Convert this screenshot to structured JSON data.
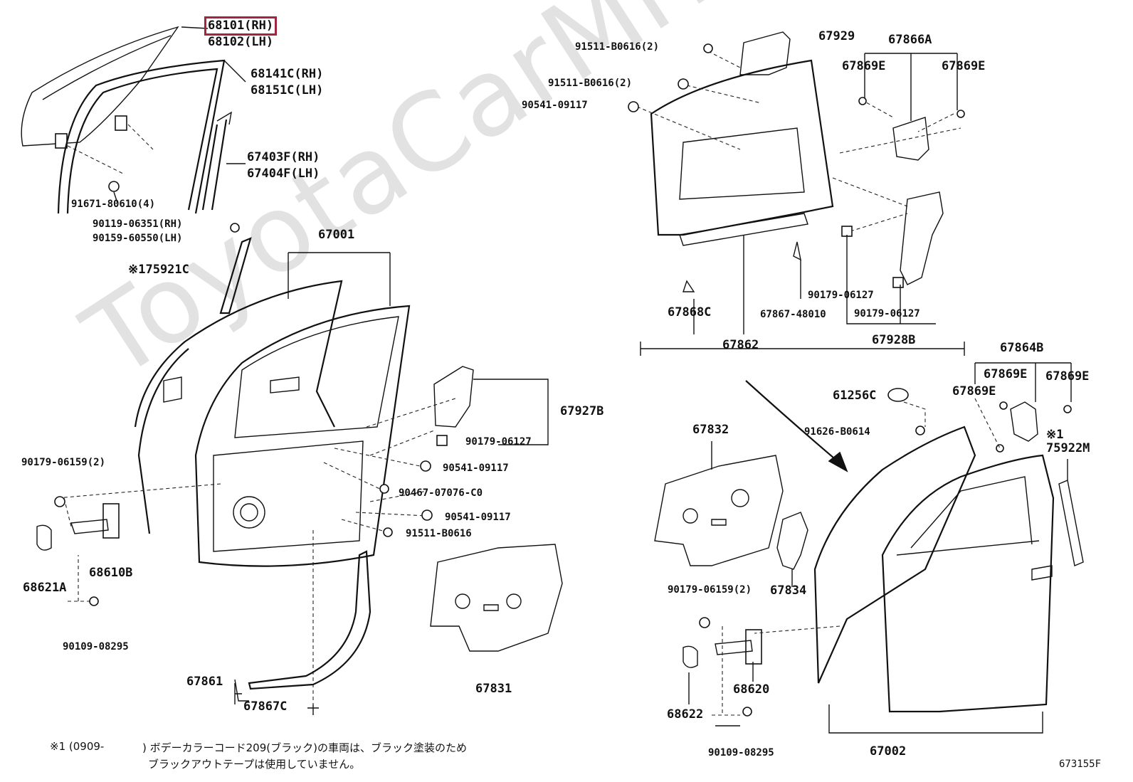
{
  "watermark": "ToyotaCarMrbe.ru",
  "diagram_code": "673155F",
  "selected_part": "68101 (RH)",
  "labels": {
    "p68101": "68101(RH)",
    "p68102": "68102(LH)",
    "p68141c": "68141C(RH)",
    "p68151c": "68151C(LH)",
    "p67403f": "67403F(RH)",
    "p67404f": "67404F(LH)",
    "p91671": "91671-80610(4)",
    "p90119": "90119-06351(RH)",
    "p90159": "90159-60550(LH)",
    "p75921c": "※175921C",
    "p67001": "67001",
    "p90179a": "90179-06159(2)",
    "p68621a": "68621A",
    "p68610b": "68610B",
    "p90109a": "90109-08295",
    "p67861": "67861",
    "p67867c": "67867C",
    "p67831": "67831",
    "p67927b": "67927B",
    "p90179b": "90179-06127",
    "p90541a": "90541-09117",
    "p90467": "90467-07076-C0",
    "p90541b": "90541-09117",
    "p91511a": "91511-B0616",
    "p91511b": "91511-B0616(2)",
    "p91511c": "91511-B0616(2)",
    "p90541c": "90541-09117",
    "p67929": "67929",
    "p67866a": "67866A",
    "p67869e1": "67869E",
    "p67869e2": "67869E",
    "p67868c": "67868C",
    "p67867": "67867-48010",
    "p90179c": "90179-06127",
    "p90179d": "90179-06127",
    "p67862": "67862",
    "p67928b": "67928B",
    "p67864b": "67864B",
    "p67869e3": "67869E",
    "p67869e4": "67869E",
    "p67869e5": "67869E",
    "p61256c": "61256C",
    "p91626": "91626-B0614",
    "p75922m_note": "※1",
    "p75922m": "75922M",
    "p67832": "67832",
    "p67834": "67834",
    "p90179e": "90179-06159(2)",
    "p68620": "68620",
    "p68622": "68622",
    "p90109b": "90109-08295",
    "p67002": "67002"
  },
  "footnote": {
    "line1_prefix": "※1 (0909-",
    "line1_suffix": ") ボデーカラーコード209(ブラック)の車両は、ブラック塗装のため",
    "line2": "ブラックアウトテープは使用していません。"
  }
}
